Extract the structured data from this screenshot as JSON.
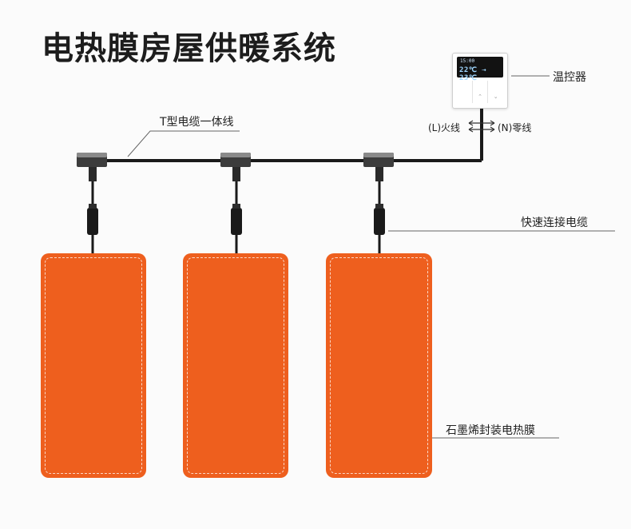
{
  "title": "电热膜房屋供暖系统",
  "labels": {
    "thermostat": "温控器",
    "t_cable": "T型电缆一体线",
    "live_wire": "(L)火线",
    "neutral_wire": "(N)零线",
    "quick_connect": "快速连接电缆",
    "heating_film": "石墨烯封装电热膜"
  },
  "thermostat_display": {
    "time": "15:00",
    "temperature": "22℃ ⇢ 23℃"
  },
  "colors": {
    "panel": "#ee5f1e",
    "cable": "#1a1a1a",
    "background": "#fbfbfb"
  }
}
